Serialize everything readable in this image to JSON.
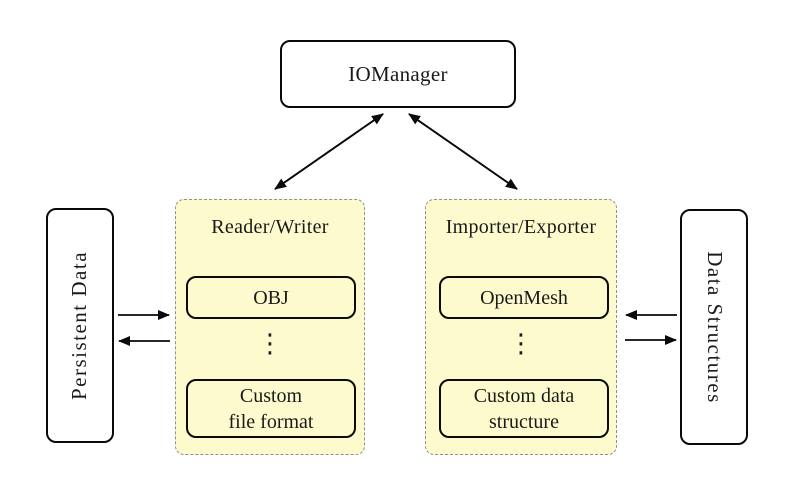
{
  "io_manager": {
    "label": "IOManager"
  },
  "reader_writer": {
    "title": "Reader/Writer",
    "ellipsis": "⋮",
    "items": [
      {
        "lines": [
          "OBJ"
        ]
      },
      {
        "lines": [
          "Custom",
          "file format"
        ]
      }
    ]
  },
  "importer_exporter": {
    "title": "Importer/Exporter",
    "ellipsis": "⋮",
    "items": [
      {
        "lines": [
          "OpenMesh"
        ]
      },
      {
        "lines": [
          "Custom data",
          "structure"
        ]
      }
    ]
  },
  "persistent_data": {
    "label": "Persistent Data"
  },
  "data_structures": {
    "label": "Data Structures"
  },
  "colors": {
    "panel_fill": "#FDFACD",
    "panel_border": "#8f8f8f",
    "box_border": "#0a0a0a",
    "box_fill": "#ffffff",
    "arrow_color": "#0a0a0a"
  }
}
